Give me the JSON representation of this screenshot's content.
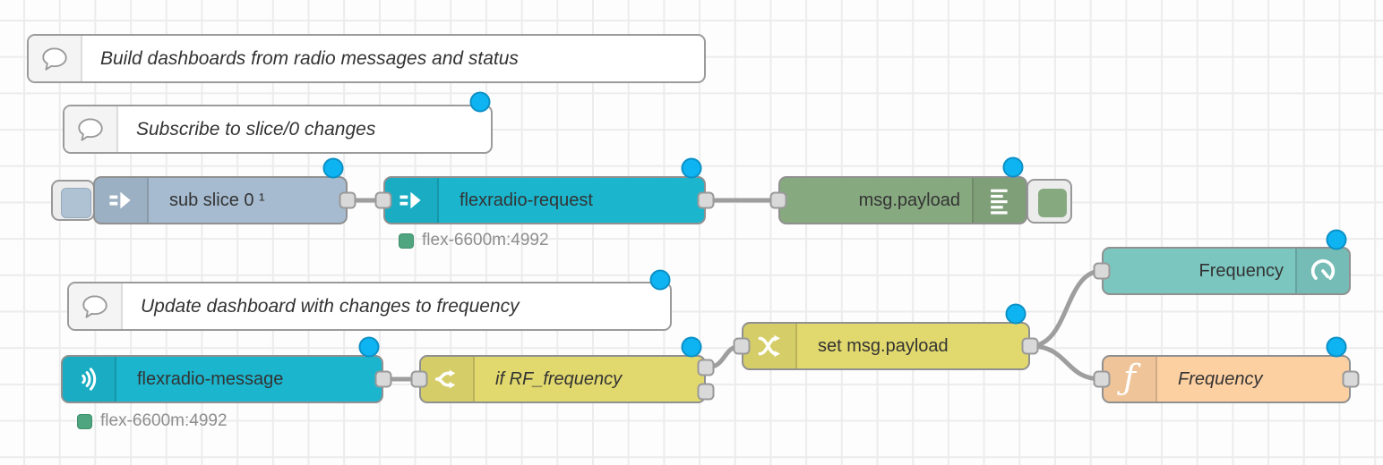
{
  "app": "node-red-flow-editor",
  "comments": [
    {
      "label": "Build dashboards from radio messages and status",
      "changed": false
    },
    {
      "label": "Subscribe to slice/0 changes",
      "changed": true
    },
    {
      "label": "Update dashboard with changes to frequency",
      "changed": true
    }
  ],
  "nodes": {
    "inject": {
      "type": "inject",
      "label": "sub slice 0 ¹",
      "color": "#a6bbcf",
      "changed": true
    },
    "request": {
      "type": "flexradio-request",
      "label": "flexradio-request",
      "color": "#1bb6ce",
      "changed": true,
      "status": "flex-6600m:4992"
    },
    "debug": {
      "type": "debug",
      "label": "msg.payload",
      "color": "#87a980",
      "changed": true
    },
    "gauge": {
      "type": "ui_gauge",
      "label": "Frequency",
      "color": "#7bc7c0",
      "changed": true
    },
    "message": {
      "type": "flexradio-message",
      "label": "flexradio-message",
      "color": "#1bb6ce",
      "changed": true,
      "status": "flex-6600m:4992"
    },
    "switch": {
      "type": "switch",
      "label": "if RF_frequency",
      "color": "#e2d96e",
      "changed": true
    },
    "change": {
      "type": "change",
      "label": "set msg.payload",
      "color": "#e2d96e",
      "changed": true
    },
    "function": {
      "type": "function",
      "label": "Frequency",
      "color": "#fdd0a2",
      "changed": true
    }
  },
  "connections": [
    {
      "from": "inject",
      "to": "request"
    },
    {
      "from": "request",
      "to": "debug"
    },
    {
      "from": "message",
      "to": "switch"
    },
    {
      "from": "switch",
      "to": "change"
    },
    {
      "from": "change",
      "to": "gauge"
    },
    {
      "from": "change",
      "to": "function"
    }
  ],
  "status_color": "#4fa57f",
  "changed_indicator_color": "#0eb4f1",
  "wire_color": "#9e9e9e"
}
